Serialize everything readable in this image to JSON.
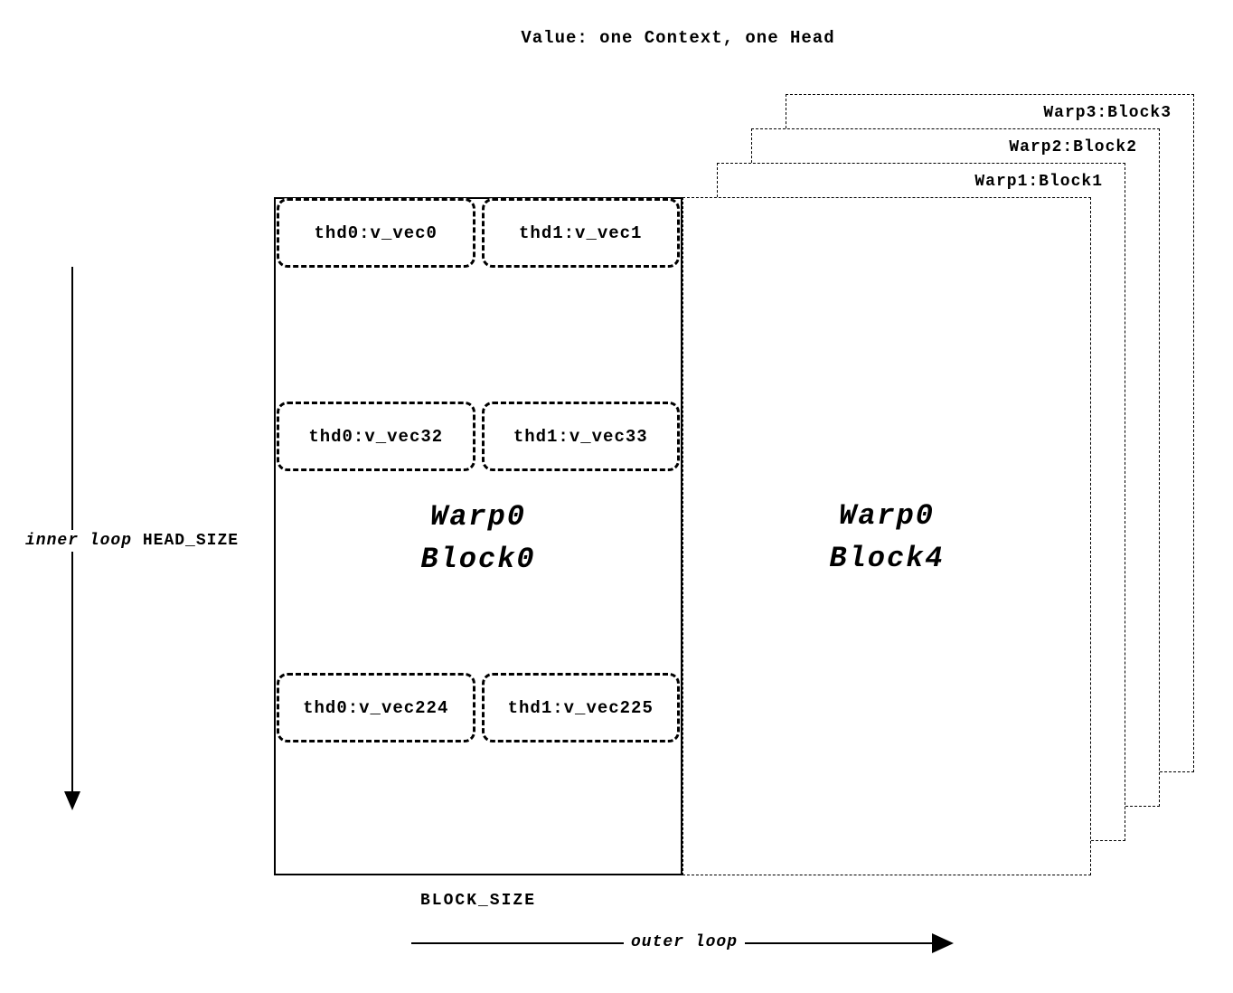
{
  "title": "Value: one Context, one Head",
  "stacked_blocks": [
    {
      "label": "Warp3:Block3"
    },
    {
      "label": "Warp2:Block2"
    },
    {
      "label": "Warp1:Block1"
    }
  ],
  "block4": {
    "line1": "Warp0",
    "line2": "Block4"
  },
  "block0": {
    "line1": "Warp0",
    "line2": "Block0",
    "rows": [
      {
        "cells": [
          "thd0:v_vec0",
          "thd1:v_vec1"
        ]
      },
      {
        "cells": [
          "thd0:v_vec32",
          "thd1:v_vec33"
        ]
      },
      {
        "cells": [
          "thd0:v_vec224",
          "thd1:v_vec225"
        ]
      }
    ]
  },
  "labels": {
    "inner_loop": "inner loop",
    "head_size": "HEAD_SIZE",
    "block_size": "BLOCK_SIZE",
    "outer_loop": "outer loop"
  }
}
